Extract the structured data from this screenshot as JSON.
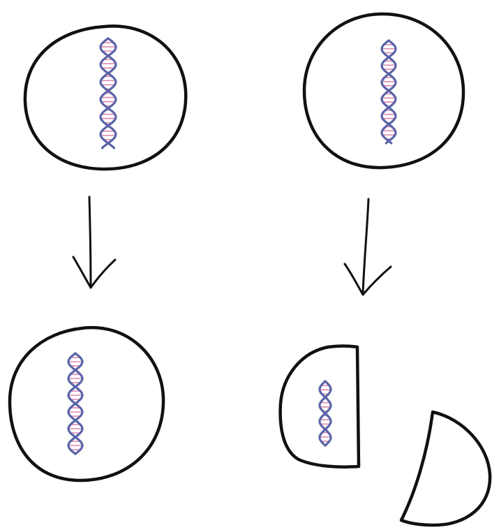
{
  "colors": {
    "background": "#ffffff",
    "cell_fill": "#b8e28c",
    "fragment_fill": "#f7953f",
    "outline": "#111111",
    "dna_strand": "#5a63a8",
    "dna_rung": "#d98ab0"
  },
  "diagram": {
    "panels": [
      {
        "name": "left-column",
        "top_cell": {
          "shape": "circle",
          "contains": "dna-helix"
        },
        "arrow": "down",
        "bottom_cell": {
          "shape": "circle",
          "contains": "dna-helix"
        }
      },
      {
        "name": "right-column",
        "top_cell": {
          "shape": "circle",
          "contains": "dna-helix"
        },
        "arrow": "down",
        "bottom_cell": {
          "shape": "half-cell",
          "contains": "dna-helix-short"
        },
        "detached_fragment": {
          "shape": "half-disc"
        }
      }
    ]
  }
}
